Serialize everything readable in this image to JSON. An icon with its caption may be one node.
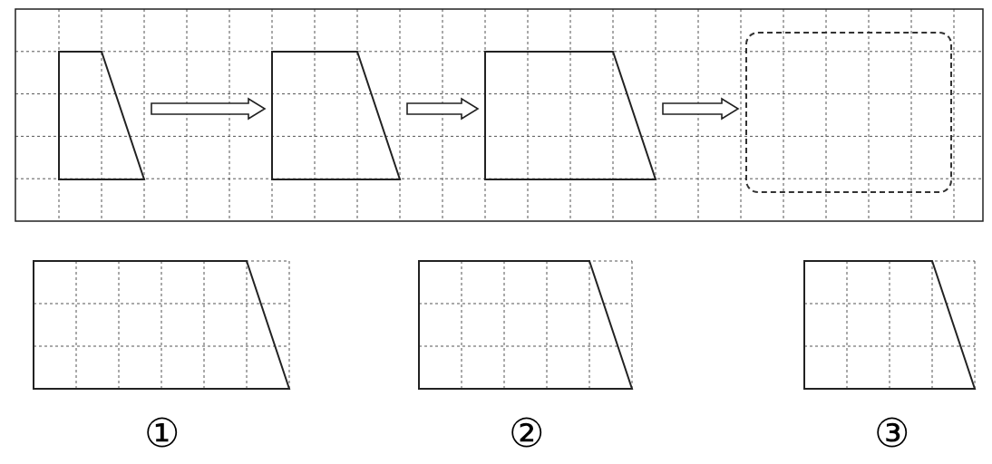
{
  "diagram": {
    "nodes": [
      {
        "text": [],
        "shape": "trapezoid"
      },
      {
        "text": [],
        "shape": "trapezoid"
      },
      {
        "text": [],
        "shape": "trapezoid"
      },
      {
        "text": [],
        "shape": "box"
      },
      {
        "text": [],
        "shape": "trapezoid",
        "beside": [
          "①"
        ]
      },
      {
        "text": [],
        "shape": "trapezoid",
        "beside": [
          "②"
        ]
      },
      {
        "text": [],
        "shape": "trapezoid",
        "beside": [
          "③"
        ]
      }
    ],
    "edges": [
      {
        "from": 0,
        "to": 1,
        "arrow": "to"
      },
      {
        "from": 1,
        "to": 2,
        "arrow": "to"
      },
      {
        "from": 2,
        "to": 3,
        "arrow": "to"
      }
    ]
  }
}
